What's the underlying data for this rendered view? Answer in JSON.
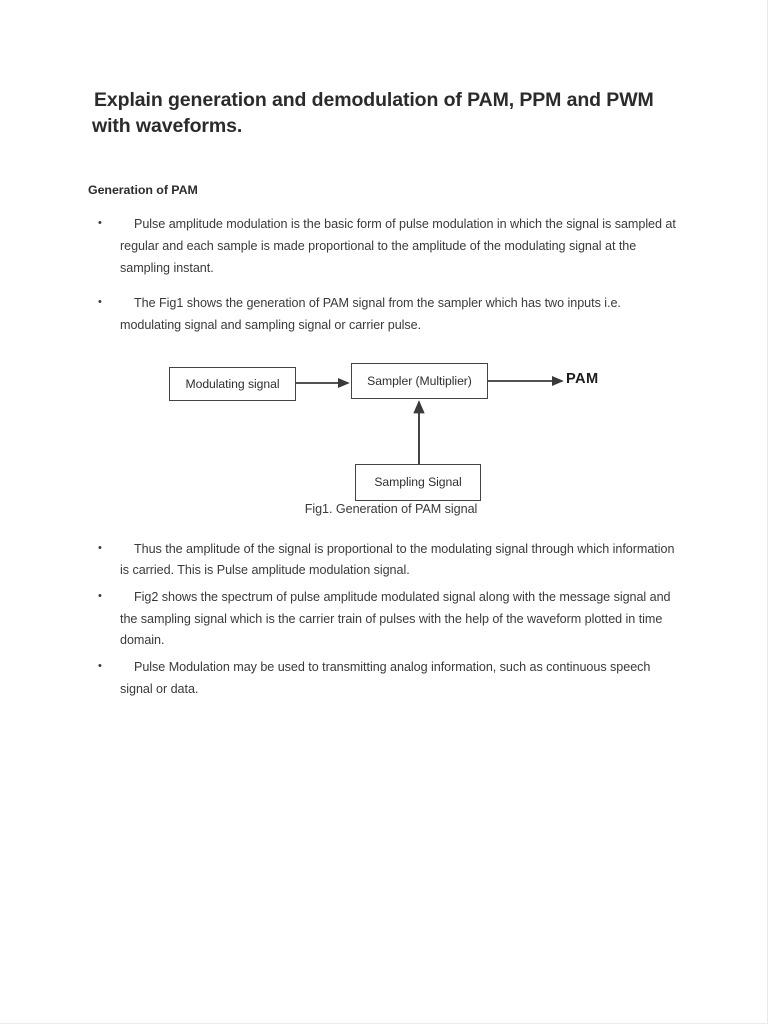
{
  "document": {
    "title": "Explain generation and demodulation of PAM, PPM and PWM with waveforms.",
    "sub_heading": "Generation of PAM",
    "bullets_before_figure": [
      {
        "marker": "•",
        "text": "Pulse amplitude modulation is the basic form of pulse modulation in which the signal is sampled at regular and each sample is made proportional to the amplitude of the modulating signal at the sampling instant."
      },
      {
        "marker": "•",
        "text": "The Fig1 shows the generation of PAM signal from the sampler which has two inputs i.e. modulating signal and sampling signal or carrier pulse."
      }
    ],
    "figure": {
      "caption": "Fig1. Generation of PAM signal",
      "blocks": [
        {
          "id": "modulating",
          "label": "Modulating signal"
        },
        {
          "id": "sampler",
          "label": "Sampler (Multiplier)"
        },
        {
          "id": "sampling",
          "label": "Sampling Signal"
        }
      ],
      "output_label": "PAM",
      "line_color": "#3a3a3a"
    },
    "bullets_after_figure": [
      {
        "marker": "•",
        "text": "Thus the amplitude of the signal is proportional to the modulating signal through which information is carried. This is Pulse amplitude modulation signal."
      },
      {
        "marker": "•",
        "text": "Fig2 shows the spectrum of pulse amplitude modulated signal along with the message signal and the sampling signal which is the carrier train of pulses with the help of the waveform plotted in time domain."
      },
      {
        "marker": "•",
        "text": "Pulse Modulation may be used to transmitting analog information, such as continuous speech signal or data."
      }
    ]
  }
}
